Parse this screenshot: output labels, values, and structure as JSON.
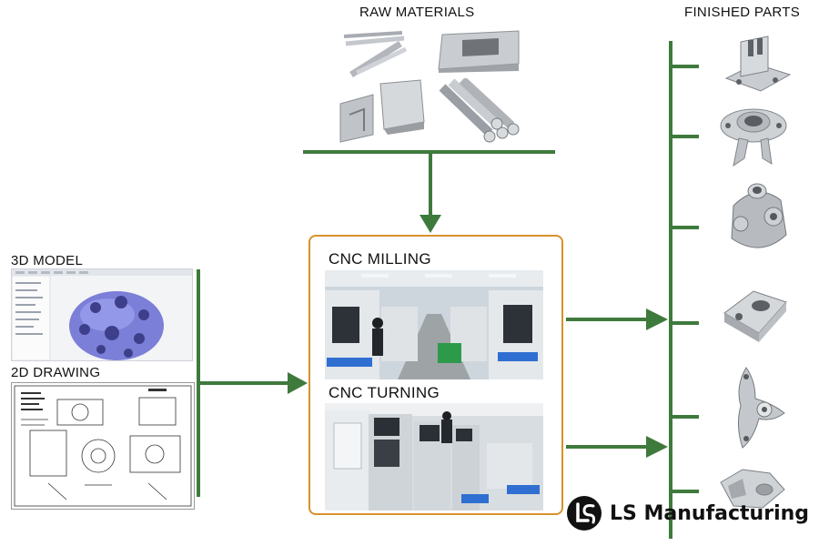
{
  "labels": {
    "raw_materials": "RAW MATERIALS",
    "finished_parts": "FINISHED PARTS",
    "model_3d": "3D MODEL",
    "drawing_2d": "2D DRAWING",
    "cnc_milling": "CNC MILLING",
    "cnc_turning": "CNC TURNING"
  },
  "brand": {
    "name": "LS Manufacturing",
    "logo_icon": "ls-logo-icon"
  },
  "colors": {
    "flow_line": "#3f7a3d",
    "process_box_border": "#d8912b",
    "metal": "#b9bcc1"
  },
  "icons": [
    "arrow-down-icon",
    "arrow-right-icon"
  ]
}
